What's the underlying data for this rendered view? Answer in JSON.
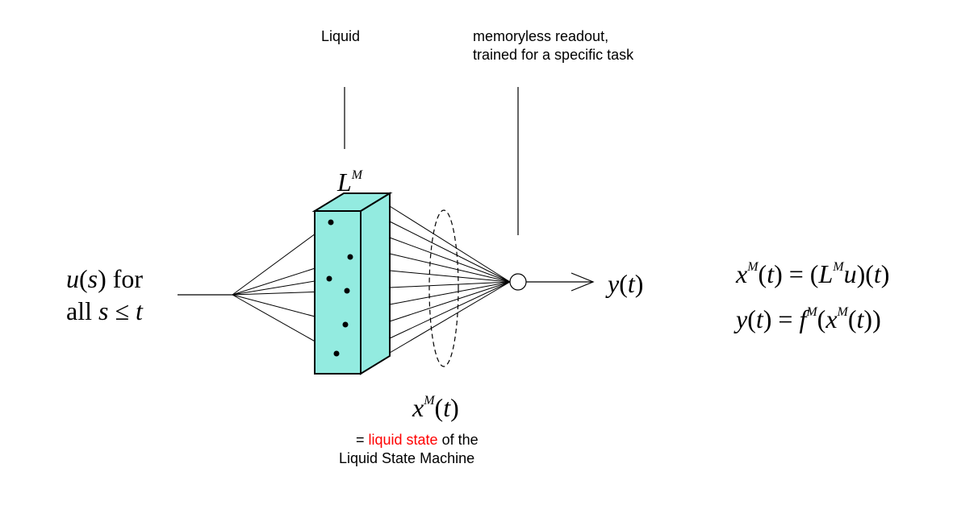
{
  "labels": {
    "liquid": "Liquid",
    "readout_line1": "memoryless readout,",
    "readout_line2": "trained for a specific task",
    "state_eq_prefix": "= ",
    "state_highlight": "liquid state",
    "state_suffix": " of the",
    "state_line2": "Liquid State Machine"
  },
  "math": {
    "L": "L",
    "M": "M",
    "input_u": "u",
    "input_s": "s",
    "input_for": " for",
    "input_all": "all ",
    "input_t": "t",
    "leq": "≤",
    "output_y": "y",
    "t": "t",
    "x": "x",
    "eq_mid": " = (",
    "eq_end": "u)(t)",
    "eq2_mid": " = ",
    "f": "f"
  },
  "colors": {
    "liquid_fill": "#93ebe0",
    "highlight": "#ff0000",
    "line": "#000000"
  }
}
